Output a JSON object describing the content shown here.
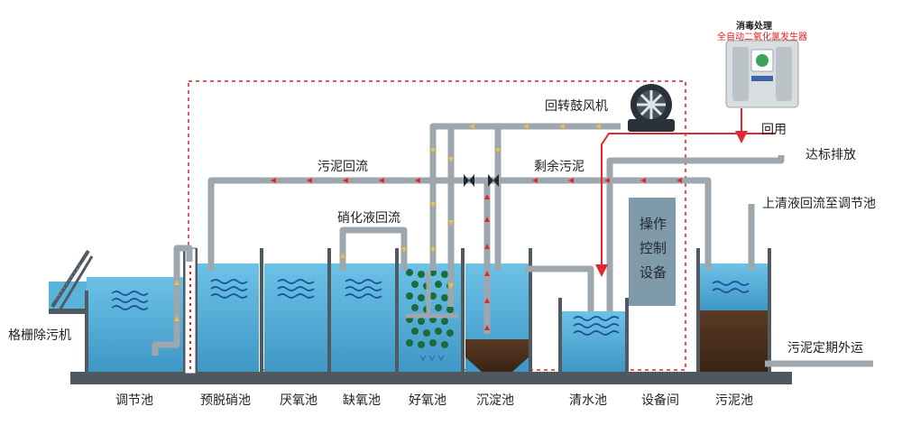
{
  "labels": {
    "screen_removal": "格栅除污机",
    "disinfection_title": "消毒处理",
    "disinfection_sub": "全自动二氧化氯发生器",
    "reuse": "回用",
    "blower": "回转鼓风机",
    "sludge_return": "污泥回流",
    "excess_sludge": "剩余污泥",
    "discharge": "达标排放",
    "nitrification_return": "硝化液回流",
    "supernatant_return": "上清液回流至调节池",
    "sludge_transport": "污泥定期外运",
    "control_room": [
      "操作",
      "控制",
      "设备"
    ]
  },
  "tanks": [
    "调节池",
    "预脱硝池",
    "厌氧池",
    "缺氧池",
    "好氧池",
    "沉淀池",
    "清水池",
    "设备间",
    "污泥池"
  ],
  "colors": {
    "water": "#5ab4da",
    "water_dark": "#3b8fc0",
    "wall": "#505a62",
    "pipe": "#9ea7ae",
    "sludge": "#4a2f1d",
    "flow_arrow": "#e0292e",
    "air_arrow": "#e6c04a",
    "dash": "#d9202a",
    "control_panel": "#7f9aa8"
  }
}
